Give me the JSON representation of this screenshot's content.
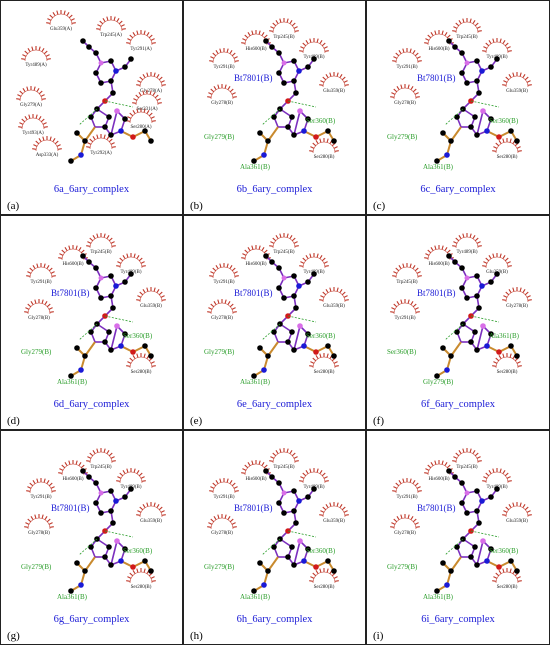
{
  "panels": [
    {
      "label": "(a)",
      "title": "6a_6ary_complex",
      "ligand": "",
      "hbond_residues": [],
      "hydrophobic": [
        "Glu359(A)",
        "Trp245(A)",
        "Tyr291(A)",
        "Tyr489(A)",
        "Gly278(A)",
        "Gly279(A)",
        "Ser280(A)",
        "Tyr493(A)",
        "Asp333(A)",
        "Tyr292(A)",
        "Ser231(A)"
      ]
    },
    {
      "label": "(b)",
      "title": "6b_6ary_complex",
      "ligand": "Bt7801(B)",
      "hbond_residues": [
        "Ser360(B)",
        "Gly279(B)",
        "Ala361(B)"
      ],
      "hydrophobic": [
        "Trp245(B)",
        "His600(B)",
        "Tyr291(B)",
        "Tyr489(B)",
        "Gly278(B)",
        "Glu359(B)",
        "Ser280(B)"
      ]
    },
    {
      "label": "(c)",
      "title": "6c_6ary_complex",
      "ligand": "Bt7801(B)",
      "hbond_residues": [
        "Ser360(B)",
        "Gly279(B)",
        "Ala361(B)"
      ],
      "hydrophobic": [
        "Trp245(B)",
        "His600(B)",
        "Tyr291(B)",
        "Tyr489(B)",
        "Gly278(B)",
        "Glu359(B)",
        "Ser280(B)"
      ]
    },
    {
      "label": "(d)",
      "title": "6d_6ary_complex",
      "ligand": "Bt7801(B)",
      "hbond_residues": [
        "Ser360(B)",
        "Gly279(B)",
        "Ala361(B)"
      ],
      "hydrophobic": [
        "Trp245(B)",
        "His600(B)",
        "Tyr291(B)",
        "Tyr489(B)",
        "Gly278(B)",
        "Glu359(B)",
        "Ser280(B)"
      ]
    },
    {
      "label": "(e)",
      "title": "6e_6ary_complex",
      "ligand": "Bt7801(B)",
      "hbond_residues": [
        "Ser360(B)",
        "Gly279(B)",
        "Ala361(B)"
      ],
      "hydrophobic": [
        "Trp245(B)",
        "His600(B)",
        "Tyr291(B)",
        "Tyr489(B)",
        "Gly278(B)",
        "Glu359(B)",
        "Ser280(B)"
      ]
    },
    {
      "label": "(f)",
      "title": "6f_6ary_complex",
      "ligand": "Bt7801(B)",
      "hbond_residues": [
        "Ala361(B)",
        "Ser360(B)",
        "Gly279(B)"
      ],
      "hydrophobic": [
        "Tyr489(B)",
        "His600(B)",
        "Trp245(B)",
        "Glu359(B)",
        "Tyr291(B)",
        "Gly278(B)",
        "Ser280(B)"
      ]
    },
    {
      "label": "(g)",
      "title": "6g_6ary_complex",
      "ligand": "Bt7801(B)",
      "hbond_residues": [
        "Ser360(B)",
        "Gly279(B)",
        "Ala361(B)"
      ],
      "hydrophobic": [
        "Trp245(B)",
        "His600(B)",
        "Tyr291(B)",
        "Tyr489(B)",
        "Gly278(B)",
        "Glu359(B)",
        "Ser280(B)"
      ]
    },
    {
      "label": "(h)",
      "title": "6h_6ary_complex",
      "ligand": "Bt7801(B)",
      "hbond_residues": [
        "Ser360(B)",
        "Gly279(B)",
        "Ala361(B)"
      ],
      "hydrophobic": [
        "Trp245(B)",
        "His600(B)",
        "Tyr291(B)",
        "Tyr489(B)",
        "Gly278(B)",
        "Glu359(B)",
        "Ser280(B)"
      ]
    },
    {
      "label": "(i)",
      "title": "6i_6ary_complex",
      "ligand": "Bt7801(B)",
      "hbond_residues": [
        "Ser360(B)",
        "Gly279(B)",
        "Ala361(B)"
      ],
      "hydrophobic": [
        "Trp245(B)",
        "His600(B)",
        "Tyr291(B)",
        "Tyr489(B)",
        "Gly278(B)",
        "Glu359(B)",
        "Ser280(B)"
      ]
    }
  ],
  "colors": {
    "border": "#222222",
    "title": "#1a1ad6",
    "hbond": "#2a9d2a",
    "hydrophobic": "#c0392b",
    "bond": "#7b2fbe",
    "carbon": "#000000",
    "nitrogen": "#1a1ad6",
    "oxygen": "#d11a1a",
    "halogen": "#d86ee8",
    "backbone": "#c98a2e"
  }
}
